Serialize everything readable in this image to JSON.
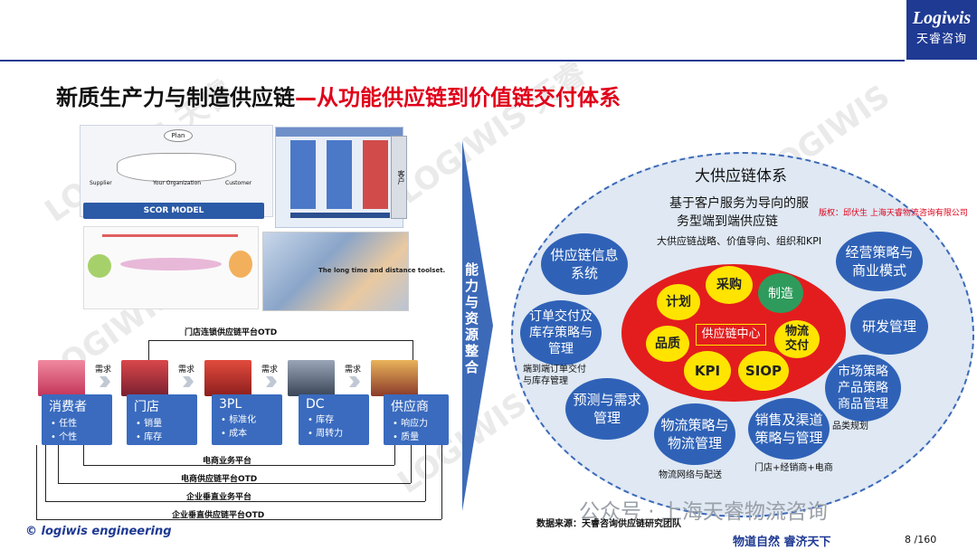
{
  "logo": {
    "word": "Logiwis",
    "cn": "天睿咨询"
  },
  "title": {
    "black": "新质生产力与制造供应链",
    "red": "—从功能供应链到价值链交付体系"
  },
  "scor": {
    "bar_label": "SCOR MODEL",
    "top_node": "Plan",
    "labels": [
      "Supplier",
      "Your Organization",
      "Customer"
    ]
  },
  "flow_diagram": {
    "side_label": "客户",
    "caption": "The long time and distance toolset."
  },
  "chain": {
    "top_platform": "门店连锁供应链平台OTD",
    "need_label": "需求",
    "boxes": [
      {
        "title": "消费者",
        "items": [
          "任性",
          "个性"
        ],
        "color": "#e0395a"
      },
      {
        "title": "门店",
        "items": [
          "销量",
          "库存"
        ],
        "color": "#7a2030"
      },
      {
        "title": "3PL",
        "items": [
          "标准化",
          "成本"
        ],
        "color": "#c0392b"
      },
      {
        "title": "DC",
        "items": [
          "库存",
          "周转力"
        ],
        "color": "#556070"
      },
      {
        "title": "供应商",
        "items": [
          "响应力",
          "质量"
        ],
        "color": "#8a3a2a"
      }
    ],
    "platforms": [
      "电商业务平台",
      "电商供应链平台OTD",
      "企业垂直业务平台",
      "企业垂直供应链平台OTD"
    ]
  },
  "copyright": "© logiwis engineering",
  "arrow_text": "能力与资源整合",
  "right": {
    "heading": "大供应链体系",
    "sub1": "基于客户服务为导向的服",
    "sub2": "务型端到端供应链",
    "strategy": "大供应链战略、价值导向、组织和KPI",
    "copyright_note": "版权：邱伏生 上海天睿物流咨询有限公司",
    "center": "供应链中心",
    "inner": {
      "plan": "计划",
      "purchase": "采购",
      "manufacture": "制造",
      "quality": "品质",
      "logistics": "物流\n交付",
      "kpi": "KPI",
      "siop": "SIOP"
    },
    "outer": {
      "info": "供应链信息\n系统",
      "order": "订单交付及\n库存策略与\n管理",
      "forecast": "预测与需求\n管理",
      "logistics": "物流策略与\n物流管理",
      "sales": "销售及渠道\n策略与管理",
      "market": "市场策略\n产品策略\n商品管理",
      "rd": "研发管理",
      "business": "经营策略与\n商业模式"
    },
    "notes": {
      "e2e": "端到端订单交付\n与库存管理",
      "category": "品类规划",
      "network": "物流网络与配送",
      "channels": "门店+经销商+电商"
    }
  },
  "source": "数据来源：天睿咨询供应链研究团队",
  "wechat": "公众号 · 上海天睿物流咨询",
  "slogan": "物道自然   睿济天下",
  "page": "8 /160",
  "colors": {
    "navy": "#1f3a93",
    "accent_red": "#e0001a",
    "blue": "#2f62b7",
    "yellow": "#ffe400"
  }
}
